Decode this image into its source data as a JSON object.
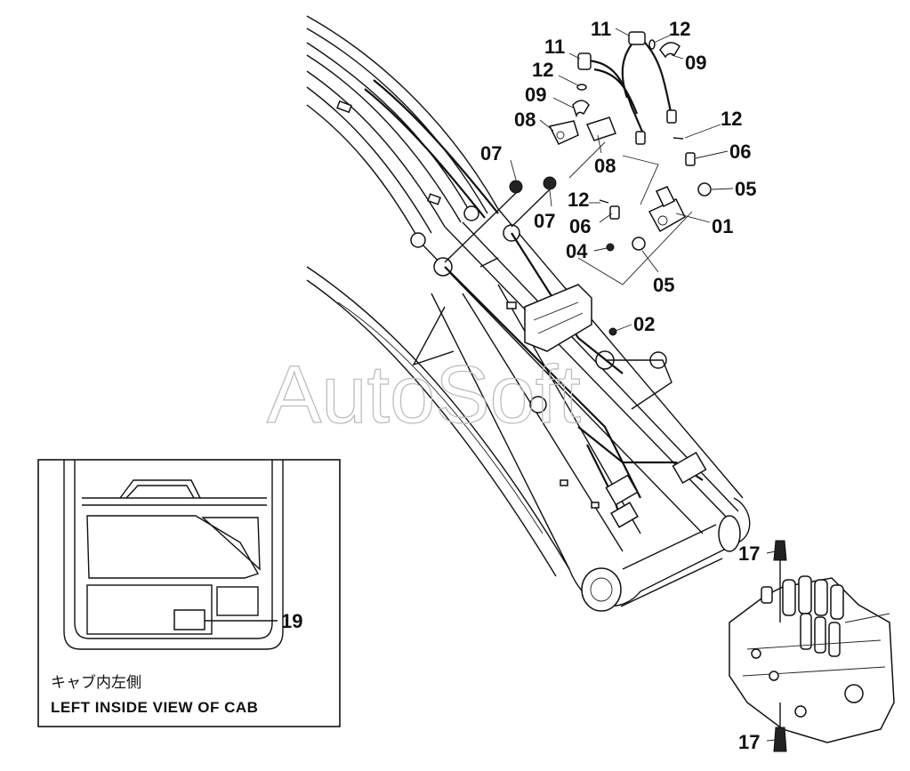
{
  "watermark": "AutoSoft",
  "callouts": {
    "c11a": "11",
    "c12a": "12",
    "c11b": "11",
    "c09a": "09",
    "c12b": "12",
    "c09b": "09",
    "c08a": "08",
    "c12c": "12",
    "c07a": "07",
    "c06a": "06",
    "c08b": "08",
    "c05a": "05",
    "c12d": "12",
    "c06b": "06",
    "c07b": "07",
    "c01": "01",
    "c04": "04",
    "c05b": "05",
    "c02": "02",
    "c17a": "17",
    "c17b": "17",
    "c19": "19"
  },
  "inset": {
    "caption_jp": "キャブ内左側",
    "caption_en": "LEFT INSIDE VIEW OF CAB"
  }
}
